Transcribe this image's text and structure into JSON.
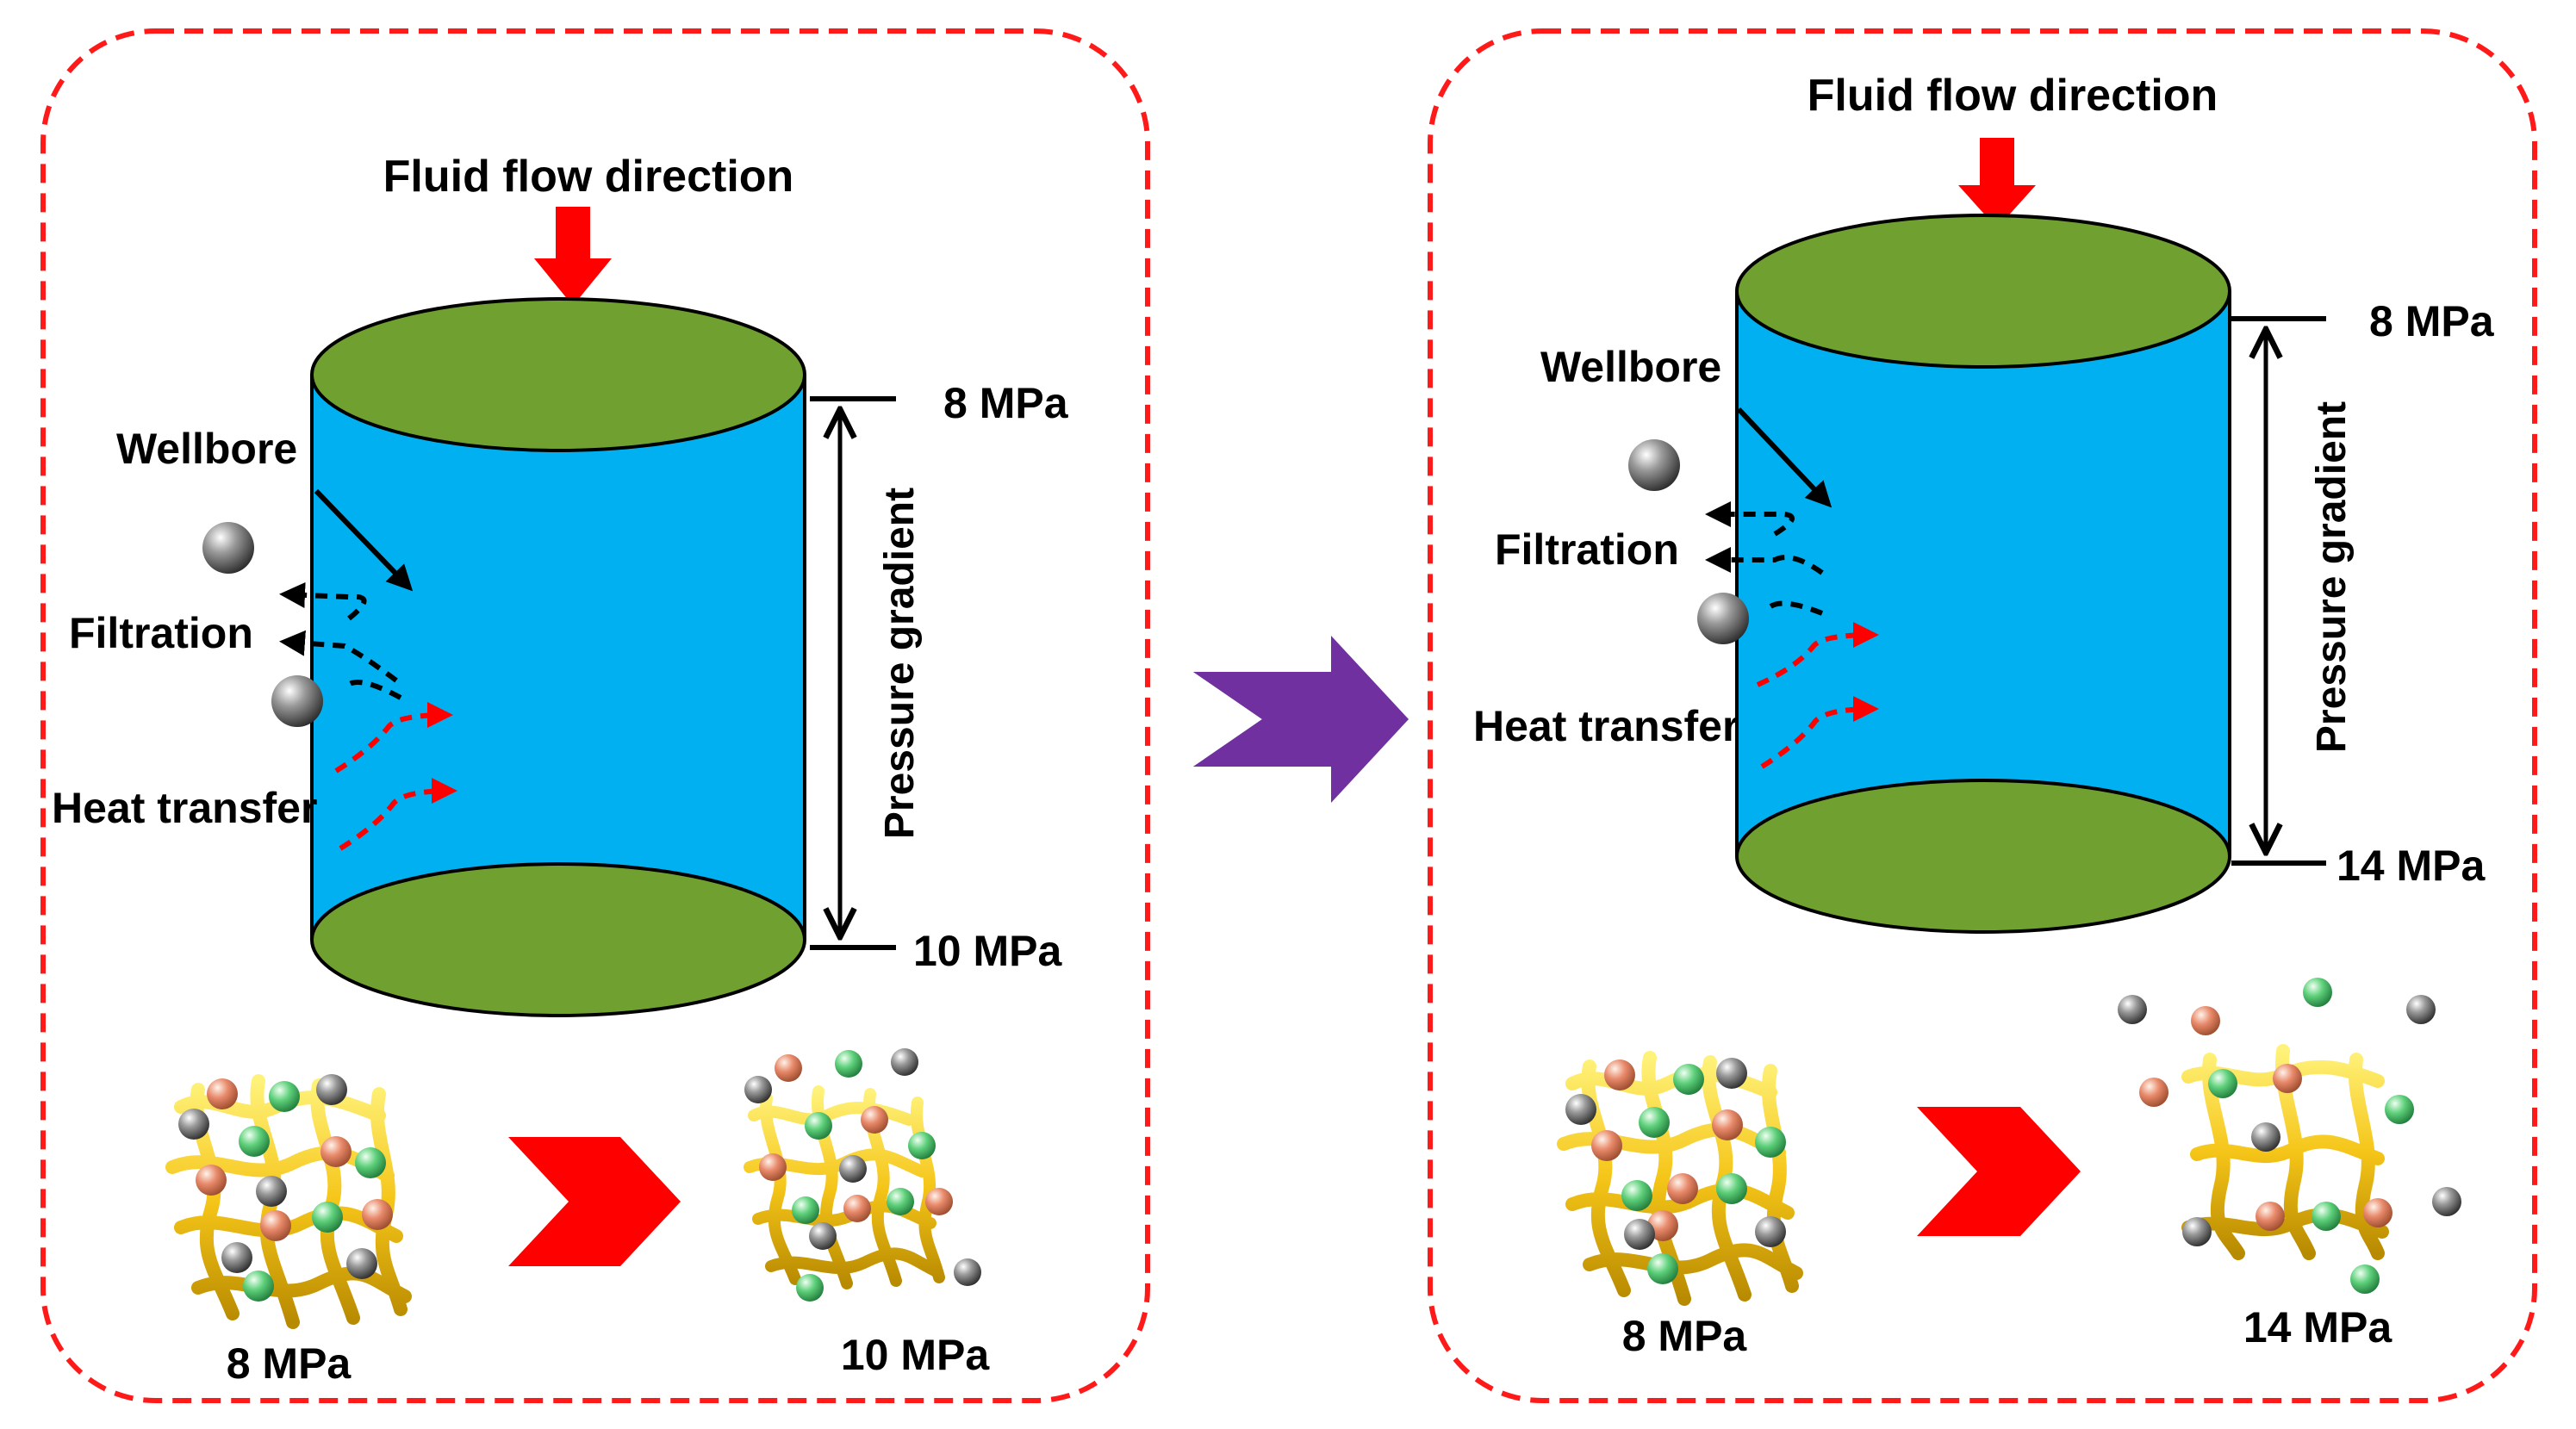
{
  "colors": {
    "panel_border": "#ff1a1a",
    "cylinder_body": "#00b0f0",
    "cylinder_cap": "#70a030",
    "flow_arrow": "#ff0000",
    "transition_arrow": "#7030a0",
    "filtration_arrow": "#000000",
    "heat_arrow": "#ff0000",
    "fiber": "#f5c518",
    "particle_gray": "#6b6b6b",
    "particle_orange": "#e8896a",
    "particle_green": "#5ed07a"
  },
  "left_panel": {
    "flow_label": "Fluid flow direction",
    "wellbore_label": "Wellbore",
    "filtration_label": "Filtration",
    "heat_label": "Heat transfer",
    "pressure_top": "8 MPa",
    "pressure_bottom": "10 MPa",
    "gradient_label": "Pressure gradient",
    "network_before_label": "8 MPa",
    "network_after_label": "10 MPa"
  },
  "right_panel": {
    "flow_label": "Fluid flow direction",
    "wellbore_label": "Wellbore",
    "filtration_label": "Filtration",
    "heat_label": "Heat transfer",
    "pressure_top": "8 MPa",
    "pressure_bottom": "14 MPa",
    "gradient_label": "Pressure gradient",
    "network_before_label": "8 MPa",
    "network_after_label": "14 MPa"
  },
  "icons": {
    "flow_arrow": "down-arrow-icon",
    "transition_arrow": "chevron-right-arrow-icon",
    "network_arrow": "chevron-right-arrow-icon",
    "particle": "sphere-icon"
  }
}
